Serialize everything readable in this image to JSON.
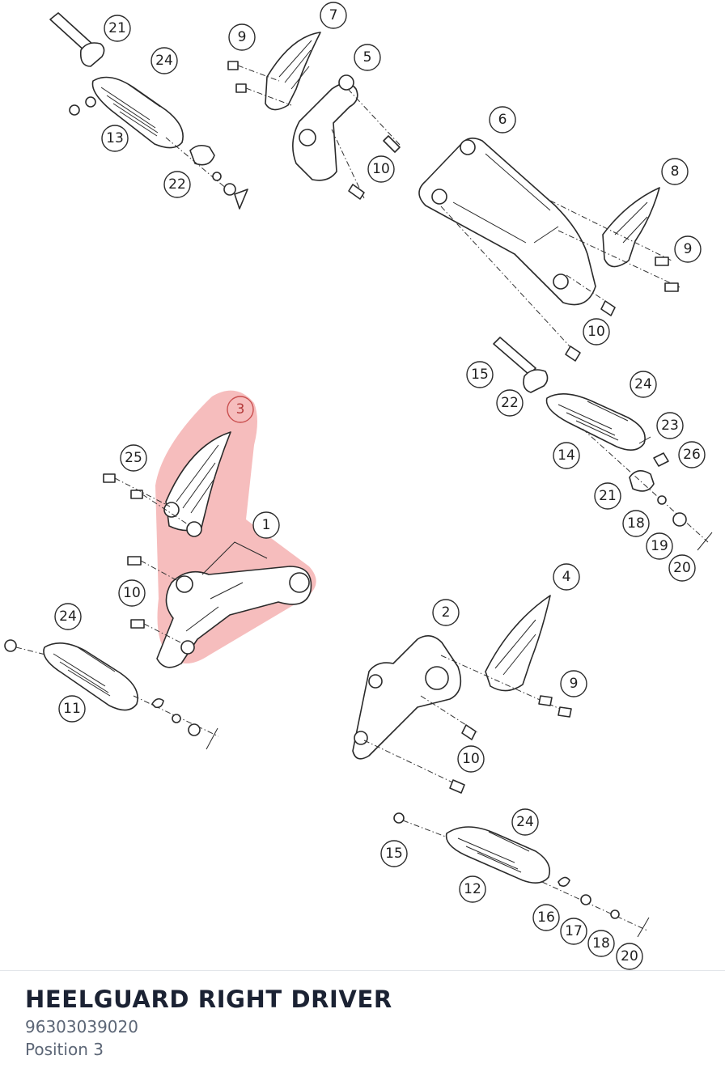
{
  "diagram": {
    "highlight_color": "#f19a9a",
    "callouts": [
      "1",
      "2",
      "3",
      "4",
      "5",
      "6",
      "7",
      "8",
      "9",
      "10",
      "11",
      "12",
      "13",
      "14",
      "15",
      "16",
      "17",
      "18",
      "19",
      "20",
      "21",
      "22",
      "23",
      "24",
      "25",
      "26"
    ],
    "selected_callout": "3"
  },
  "part": {
    "title": "HEELGUARD RIGHT DRIVER",
    "number": "96303039020",
    "position": "Position 3"
  }
}
